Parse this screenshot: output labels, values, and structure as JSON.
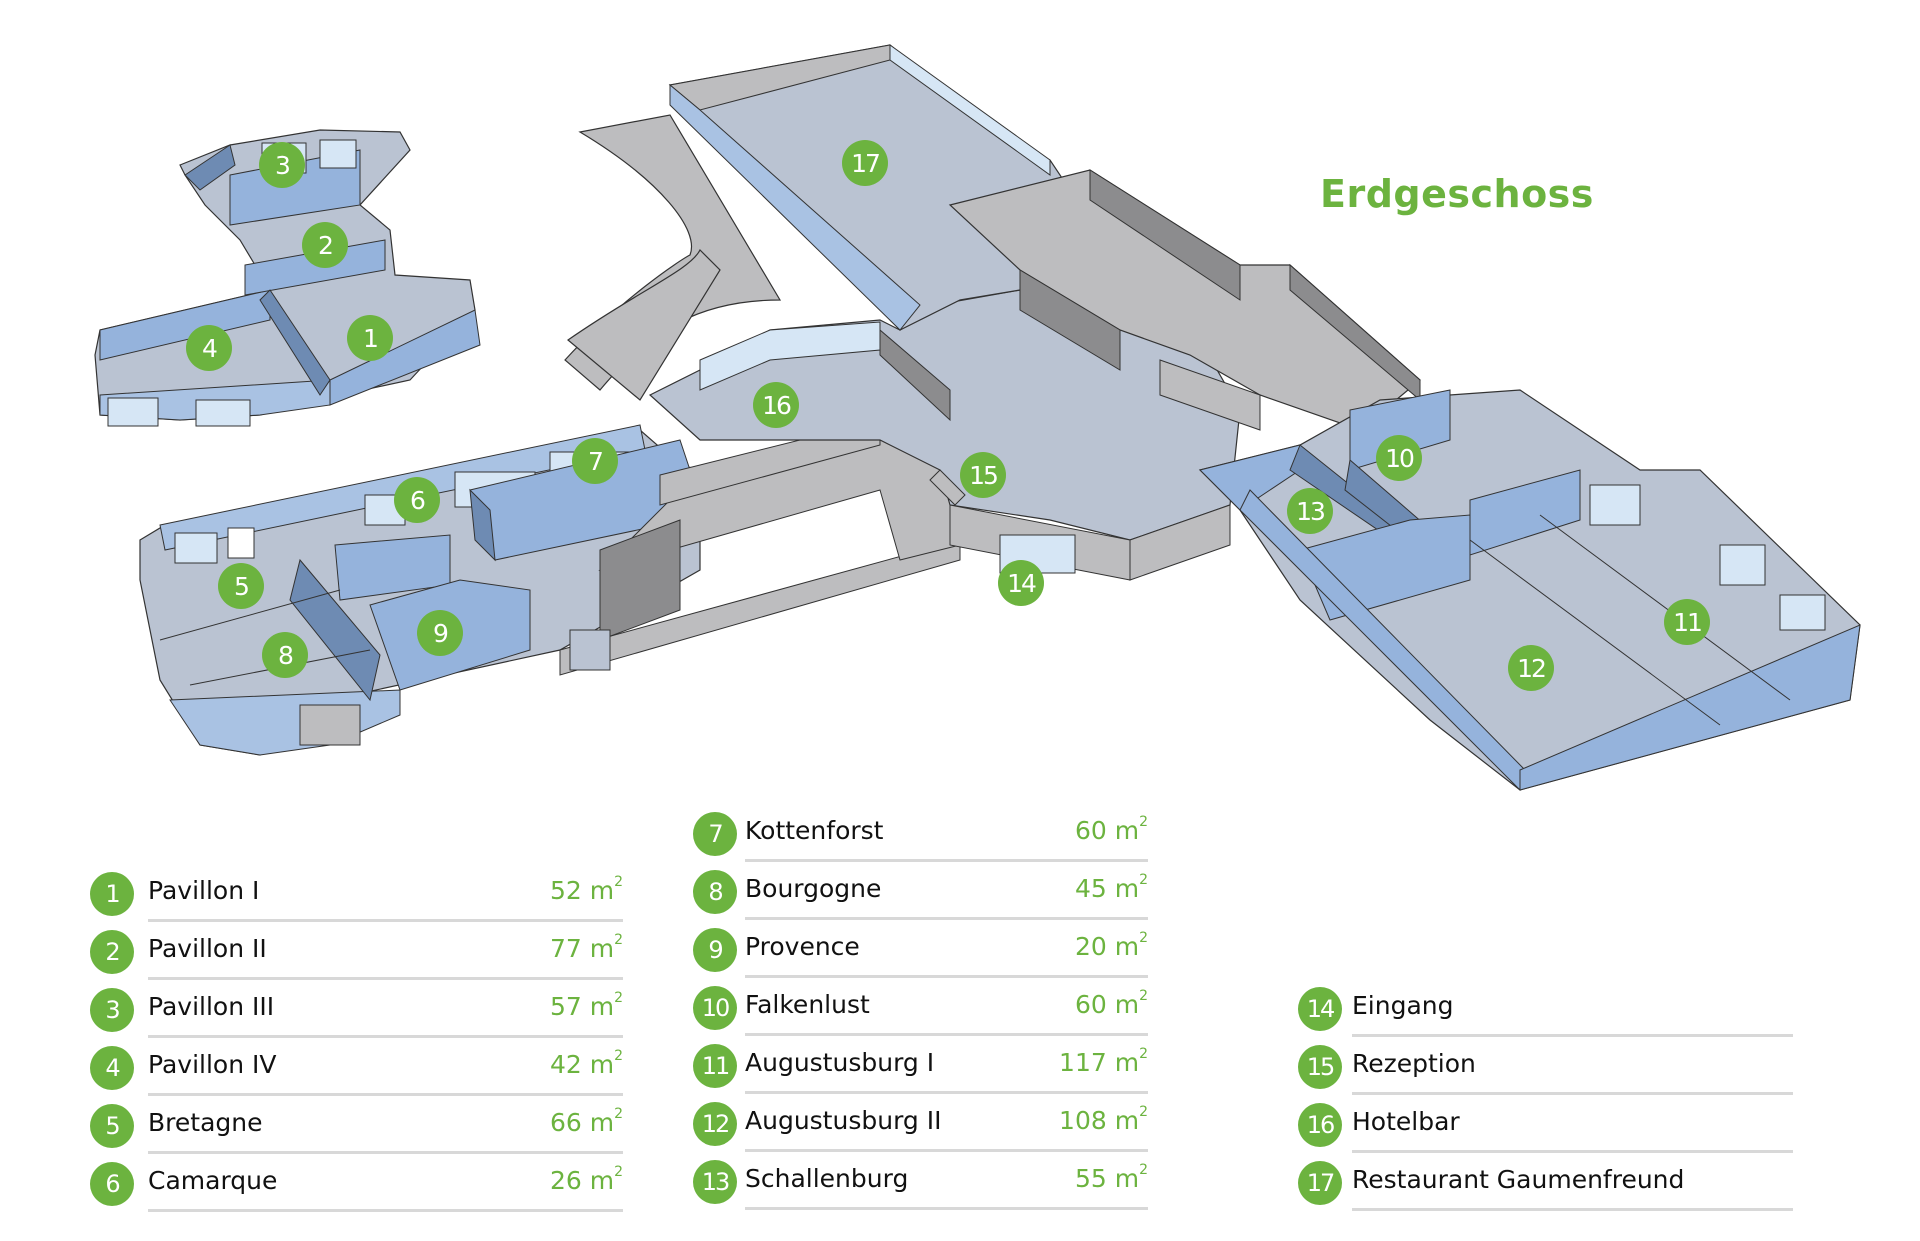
{
  "title": "Erdgeschoss",
  "colors": {
    "accent": "#6CB33F",
    "floor": "#BAC3D2",
    "wall_grey": "#BDBDBF",
    "wall_grey_dark": "#8C8C8E",
    "wall_blue": "#95B3DC",
    "wall_blue_dark": "#6E8BB3",
    "glass": "#D6E6F5",
    "rule": "#D8D8D8"
  },
  "unit": "m",
  "unit_sup": "2",
  "rooms": [
    {
      "num": "1",
      "name": "Pavillon I",
      "area": "52"
    },
    {
      "num": "2",
      "name": "Pavillon II",
      "area": "77"
    },
    {
      "num": "3",
      "name": "Pavillon III",
      "area": "57"
    },
    {
      "num": "4",
      "name": "Pavillon IV",
      "area": "42"
    },
    {
      "num": "5",
      "name": "Bretagne",
      "area": "66"
    },
    {
      "num": "6",
      "name": "Camarque",
      "area": "26"
    },
    {
      "num": "7",
      "name": "Kottenforst",
      "area": "60"
    },
    {
      "num": "8",
      "name": "Bourgogne",
      "area": "45"
    },
    {
      "num": "9",
      "name": "Provence",
      "area": "20"
    },
    {
      "num": "10",
      "name": "Falkenlust",
      "area": "60"
    },
    {
      "num": "11",
      "name": "Augustusburg I",
      "area": "117"
    },
    {
      "num": "12",
      "name": "Augustusburg II",
      "area": "108"
    },
    {
      "num": "13",
      "name": "Schallenburg",
      "area": "55"
    },
    {
      "num": "14",
      "name": "Eingang",
      "area": null
    },
    {
      "num": "15",
      "name": "Rezeption",
      "area": null
    },
    {
      "num": "16",
      "name": "Hotelbar",
      "area": null
    },
    {
      "num": "17",
      "name": "Restaurant Gaumenfreund",
      "area": null
    }
  ]
}
